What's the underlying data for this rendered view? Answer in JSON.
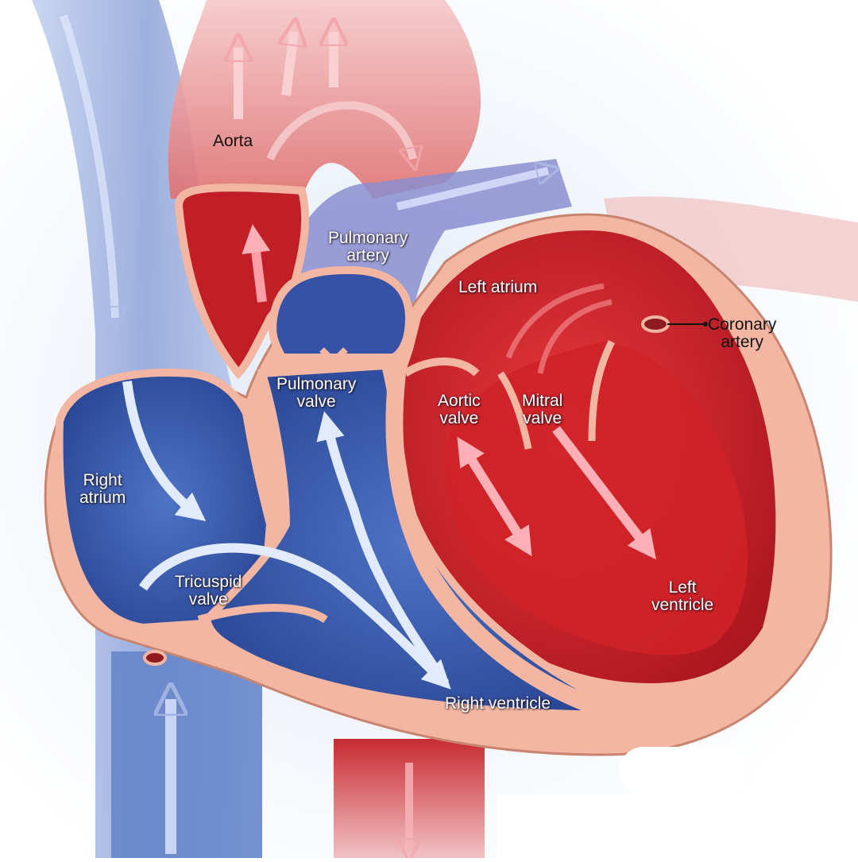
{
  "diagram": {
    "labels": {
      "aorta": "Aorta",
      "pulmonary_artery": "Pulmonary\nartery",
      "left_atrium": "Left atrium",
      "coronary_artery": "Coronary\nartery",
      "pulmonary_valve": "Pulmonary\nvalve",
      "aortic_valve": "Aortic\nvalve",
      "mitral_valve": "Mitral\nvalve",
      "right_atrium": "Right\natrium",
      "tricuspid_valve": "Tricuspid\nvalve",
      "left_ventricle": "Left\nventricle",
      "right_ventricle": "Right ventricle"
    },
    "colors": {
      "deoxygenated": "#3a5fb4",
      "oxygenated": "#d8282e",
      "tissue": "#f0b29c",
      "flow_arrow_blue": "#dfe8ff",
      "flow_arrow_red": "#ffb3b8"
    }
  }
}
